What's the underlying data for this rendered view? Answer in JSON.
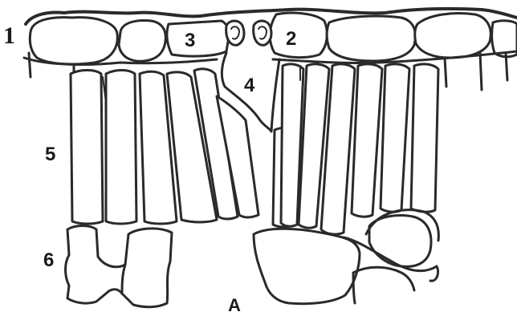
{
  "labels": {
    "l1": "1",
    "l2": "2",
    "l3": "3",
    "l4": "4",
    "l5": "5",
    "l6": "6",
    "figure_letter": "A"
  },
  "colors": {
    "ink": "#2a2a2a",
    "paper": "#ffffff"
  }
}
